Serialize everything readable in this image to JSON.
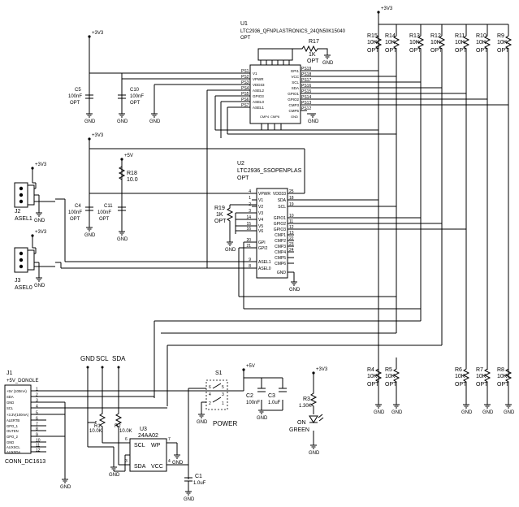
{
  "u1": {
    "ref": "U1",
    "part": "LTC2936_QFNPLASTRONICS_24QN50K15040",
    "opt": "OPT",
    "left_pins": [
      [
        "PS1",
        "V1"
      ],
      [
        "PS2",
        "VPWR"
      ],
      [
        "PS3",
        "VDD33"
      ],
      [
        "PS4",
        "ASEL2"
      ],
      [
        "PS5",
        "GPIO3"
      ],
      [
        "PS6",
        "ASEL0"
      ],
      [
        "PS7",
        "ASEL1"
      ]
    ],
    "right_pins": [
      [
        "PS19",
        "GPI1"
      ],
      [
        "PS18",
        "VCC"
      ],
      [
        "PS17",
        "SCL"
      ],
      [
        "PS16",
        "SDA"
      ],
      [
        "PS15",
        "GPIO1"
      ],
      [
        "PS14",
        "GPIO2"
      ],
      [
        "PS13",
        "CMP3"
      ],
      [
        "PS12",
        "CMP5"
      ]
    ],
    "bottom_pins": [
      "CMP4",
      "CMP6",
      "GND"
    ],
    "r17": {
      "ref": "R17",
      "value": "1K",
      "opt": "OPT"
    }
  },
  "u2": {
    "ref": "U2",
    "part": "LTC2936_SSOPENPLAS",
    "opt": "OPT",
    "left_pins": [
      [
        "4",
        "VPWR"
      ],
      [
        "1",
        "V1"
      ],
      [
        "2",
        "V2"
      ],
      [
        "3",
        "V3"
      ],
      [
        "14",
        "V4"
      ],
      [
        "15",
        "V5"
      ],
      [
        "16",
        "V6"
      ],
      [
        "20",
        "GPI"
      ],
      [
        "21",
        "GPI2"
      ],
      [
        "9",
        "ASEL1"
      ],
      [
        "8",
        "ASEL0"
      ]
    ],
    "right_pins": [
      [
        "25",
        "VDD33"
      ],
      [
        "18",
        "SDA"
      ],
      [
        "19",
        "SCL"
      ],
      [
        "10",
        "GPIO1"
      ],
      [
        "11",
        "GPIO2"
      ],
      [
        "12",
        "GPIO3"
      ],
      [
        "13",
        "CMP1"
      ],
      [
        "22",
        "CMP2"
      ],
      [
        "23",
        "CMP3"
      ],
      [
        "24",
        "CMP4"
      ],
      [
        "",
        "CMP5"
      ],
      [
        "",
        "CMP6"
      ],
      [
        "",
        "GND"
      ]
    ],
    "r19": {
      "ref": "R19",
      "value": "1K",
      "opt": "OPT"
    }
  },
  "pullups_top": [
    {
      "ref": "R15",
      "value": "10K"
    },
    {
      "ref": "R14",
      "value": "10K"
    },
    {
      "ref": "R13",
      "value": "10K"
    },
    {
      "ref": "R12",
      "value": "10K"
    },
    {
      "ref": "R11",
      "value": "10K"
    },
    {
      "ref": "R10",
      "value": "10K"
    },
    {
      "ref": "R9",
      "value": "10K"
    }
  ],
  "pulldowns_bottom": [
    {
      "ref": "R4",
      "value": "10K"
    },
    {
      "ref": "R5",
      "value": "10K"
    },
    {
      "ref": "R6",
      "value": "10K"
    },
    {
      "ref": "R7",
      "value": "10K"
    },
    {
      "ref": "R8",
      "value": "10K"
    }
  ],
  "caps": {
    "c5": {
      "ref": "C5",
      "value": "100nF",
      "opt": "OPT"
    },
    "c10": {
      "ref": "C10",
      "value": "100nF",
      "opt": "OPT"
    },
    "c4": {
      "ref": "C4",
      "value": "100nF",
      "opt": "OPT"
    },
    "c11": {
      "ref": "C11",
      "value": "100nF",
      "opt": "OPT"
    },
    "c2": {
      "ref": "C2",
      "value": "100nF"
    },
    "c3": {
      "ref": "C3",
      "value": "1.0uF"
    },
    "c1": {
      "ref": "C1",
      "value": "1.0uF"
    }
  },
  "r18": {
    "ref": "R18",
    "value": "10.0"
  },
  "j2": {
    "ref": "J2",
    "name": "ASEL1"
  },
  "j3": {
    "ref": "J3",
    "name": "ASEL0"
  },
  "j1": {
    "ref": "J1",
    "name": "+5V_DONGLE",
    "part": "CONN_DC1613",
    "pins": [
      [
        "+5V (100mA)",
        "1"
      ],
      [
        "SDA",
        "2"
      ],
      [
        "GND",
        "3"
      ],
      [
        "SCL",
        "4"
      ],
      [
        "+3.3V(100mA)",
        "5"
      ],
      [
        "ALERTB",
        "6"
      ],
      [
        "GPO_1",
        "7"
      ],
      [
        "OUTEN",
        "8"
      ],
      [
        "GPO_2",
        "9"
      ],
      [
        "GND",
        "10"
      ],
      [
        "AUXSCL",
        "11"
      ],
      [
        "AUXSDA",
        "12"
      ]
    ]
  },
  "u3": {
    "ref": "U3",
    "part": "24AA02",
    "pins": [
      [
        "SCL",
        "WP",
        "6",
        "7"
      ],
      [
        "SDA",
        "VCC",
        "3",
        "4"
      ]
    ]
  },
  "r1": {
    "ref": "R1",
    "value": "10.0K"
  },
  "r2": {
    "ref": "R2",
    "value": "10.0K"
  },
  "r3": {
    "ref": "R3",
    "value": "1.30K"
  },
  "s1": {
    "ref": "S1",
    "name": "POWER",
    "pins": [
      "6",
      "5",
      "4",
      "3",
      "2",
      "1"
    ]
  },
  "led": {
    "ref": "ON",
    "color": "GREEN"
  },
  "nets": {
    "p3v3": "+3V3",
    "p5v": "+5V",
    "gnd": "GND",
    "scl": "SCL",
    "sda": "SDA",
    "opt": "OPT"
  }
}
